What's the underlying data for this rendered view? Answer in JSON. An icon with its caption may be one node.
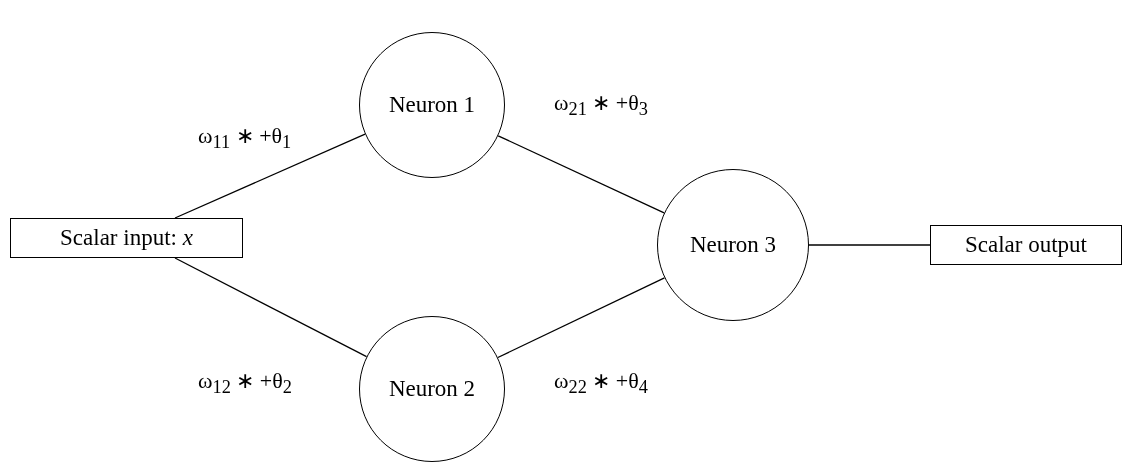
{
  "diagram": {
    "nodes": [
      {
        "text": [
          "Scalar input: *x*"
        ]
      },
      {
        "text": [
          "Neuron 1"
        ]
      },
      {
        "text": [
          "Neuron 2"
        ]
      },
      {
        "text": [
          "Neuron 3"
        ]
      },
      {
        "text": [
          "Scalar output"
        ]
      }
    ],
    "edges": [
      {
        "from": 0,
        "to": 1,
        "arrow": "none",
        "label": "ω$_{11}$ ∗ +θ$_{1}$"
      },
      {
        "from": 0,
        "to": 2,
        "arrow": "none",
        "label": "ω$_{12}$ ∗ +θ$_{2}$"
      },
      {
        "from": 1,
        "to": 3,
        "arrow": "none",
        "label": "ω$_{21}$ ∗ +θ$_{3}$"
      },
      {
        "from": 2,
        "to": 3,
        "arrow": "none",
        "label": "ω$_{22}$ ∗ +θ$_{4}$"
      },
      {
        "from": 3,
        "to": 4,
        "arrow": "none"
      }
    ]
  }
}
